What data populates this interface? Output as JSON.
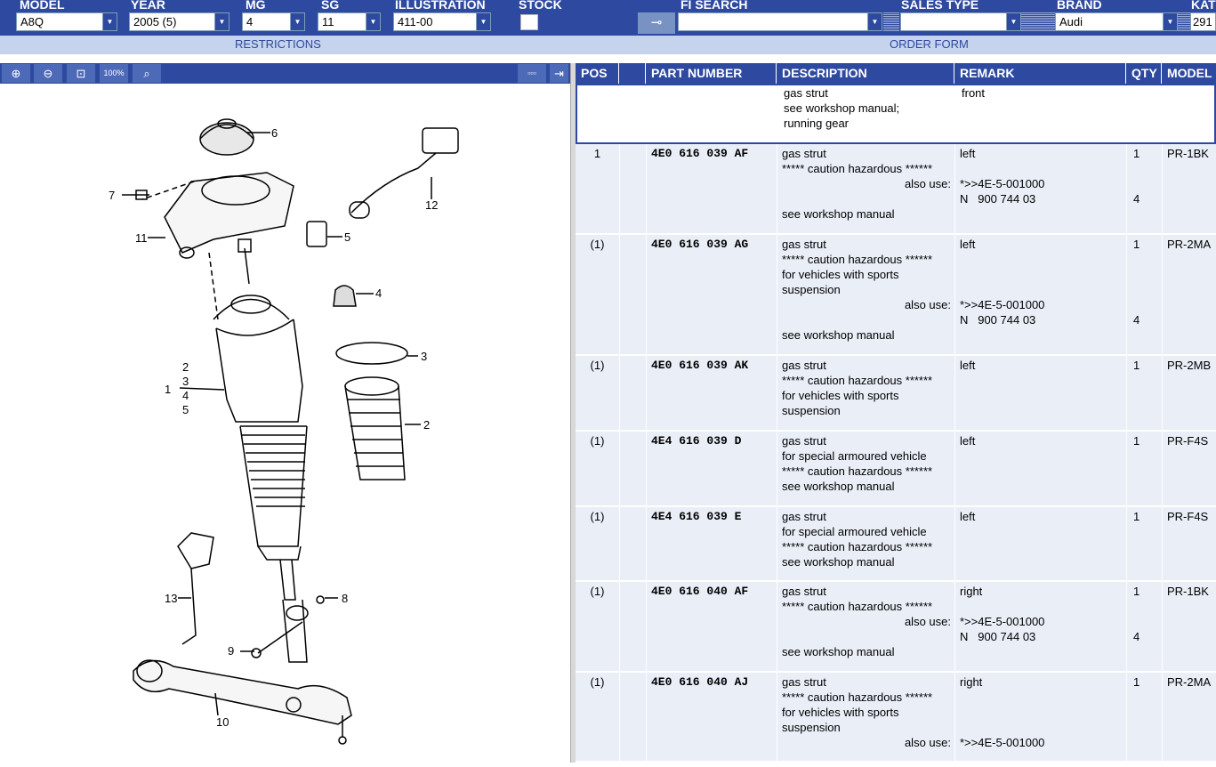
{
  "header": {
    "model": {
      "label": "MODEL",
      "value": "A8Q"
    },
    "year": {
      "label": "YEAR",
      "value": "2005 (5)"
    },
    "mg": {
      "label": "MG",
      "value": "4"
    },
    "sg": {
      "label": "SG",
      "value": "11"
    },
    "illustration": {
      "label": "ILLUSTRATION",
      "value": "411-00"
    },
    "stock": {
      "label": "STOCK"
    },
    "fi_search": {
      "label": "FI SEARCH",
      "value": ""
    },
    "sales_type": {
      "label": "SALES TYPE",
      "value": ""
    },
    "brand": {
      "label": "BRAND",
      "value": "Audi"
    },
    "kat": {
      "label": "KAT",
      "value": "291"
    }
  },
  "subbar": {
    "restrictions": "RESTRICTIONS",
    "order_form": "ORDER FORM"
  },
  "table": {
    "headers": {
      "pos": "POS",
      "part": "PART NUMBER",
      "desc": "DESCRIPTION",
      "remark": "REMARK",
      "qty": "QTY",
      "model": "MODEL"
    },
    "rows": [
      {
        "pos": "",
        "part": "",
        "desc": [
          "gas strut",
          "see workshop manual;",
          "running gear"
        ],
        "remark": [
          "front",
          "",
          ""
        ],
        "also": [
          "",
          "",
          ""
        ],
        "qty": [
          "",
          "",
          ""
        ],
        "model": ""
      },
      {
        "pos": "1",
        "part": "4E0 616 039 AF",
        "desc": [
          "gas strut",
          "***** caution hazardous ******",
          "",
          "",
          "see workshop manual"
        ],
        "remark": [
          "left",
          "",
          "*>>4E-5-001000",
          "N   900 744 03",
          ""
        ],
        "also": [
          "",
          "",
          "also use:",
          "",
          ""
        ],
        "qty": [
          "1",
          "",
          "",
          "4",
          ""
        ],
        "model": "PR-1BK"
      },
      {
        "pos": "(1)",
        "part": "4E0 616 039 AG",
        "desc": [
          "gas strut",
          "***** caution hazardous ******",
          "for vehicles with sports",
          "suspension",
          "",
          "",
          "see workshop manual"
        ],
        "remark": [
          "left",
          "",
          "",
          "",
          "*>>4E-5-001000",
          "N   900 744 03",
          ""
        ],
        "also": [
          "",
          "",
          "",
          "",
          "also use:",
          "",
          ""
        ],
        "qty": [
          "1",
          "",
          "",
          "",
          "",
          "4",
          ""
        ],
        "model": "PR-2MA"
      },
      {
        "pos": "(1)",
        "part": "4E0 616 039 AK",
        "desc": [
          "gas strut",
          "***** caution hazardous ******",
          "for vehicles with sports",
          "suspension"
        ],
        "remark": [
          "left",
          "",
          "",
          ""
        ],
        "also": [
          "",
          "",
          "",
          ""
        ],
        "qty": [
          "1",
          "",
          "",
          ""
        ],
        "model": "PR-2MB"
      },
      {
        "pos": "(1)",
        "part": "4E4 616 039 D",
        "desc": [
          "gas strut",
          "for special armoured vehicle",
          "***** caution hazardous ******",
          "see workshop manual"
        ],
        "remark": [
          "left",
          "",
          "",
          ""
        ],
        "also": [
          "",
          "",
          "",
          ""
        ],
        "qty": [
          "1",
          "",
          "",
          ""
        ],
        "model": "PR-F4S"
      },
      {
        "pos": "(1)",
        "part": "4E4 616 039 E",
        "desc": [
          "gas strut",
          "for special armoured vehicle",
          "***** caution hazardous ******",
          "see workshop manual"
        ],
        "remark": [
          "left",
          "",
          "",
          ""
        ],
        "also": [
          "",
          "",
          "",
          ""
        ],
        "qty": [
          "1",
          "",
          "",
          ""
        ],
        "model": "PR-F4S"
      },
      {
        "pos": "(1)",
        "part": "4E0 616 040 AF",
        "desc": [
          "gas strut",
          "***** caution hazardous ******",
          "",
          "",
          "see workshop manual"
        ],
        "remark": [
          "right",
          "",
          "*>>4E-5-001000",
          "N   900 744 03",
          ""
        ],
        "also": [
          "",
          "",
          "also use:",
          "",
          ""
        ],
        "qty": [
          "1",
          "",
          "",
          "4",
          ""
        ],
        "model": "PR-1BK"
      },
      {
        "pos": "(1)",
        "part": "4E0 616 040 AJ",
        "desc": [
          "gas strut",
          "***** caution hazardous ******",
          "for vehicles with sports",
          "suspension",
          "",
          ""
        ],
        "remark": [
          "right",
          "",
          "",
          "",
          "*>>4E-5-001000",
          ""
        ],
        "also": [
          "",
          "",
          "",
          "",
          "also use:",
          ""
        ],
        "qty": [
          "1",
          "",
          "",
          "",
          "",
          ""
        ],
        "model": "PR-2MA"
      }
    ]
  },
  "drawing": {
    "labels": [
      "6",
      "7",
      "11",
      "12",
      "5",
      "4",
      "3",
      "2",
      "1",
      "2",
      "3",
      "4",
      "5",
      "13",
      "8",
      "9",
      "10"
    ]
  }
}
